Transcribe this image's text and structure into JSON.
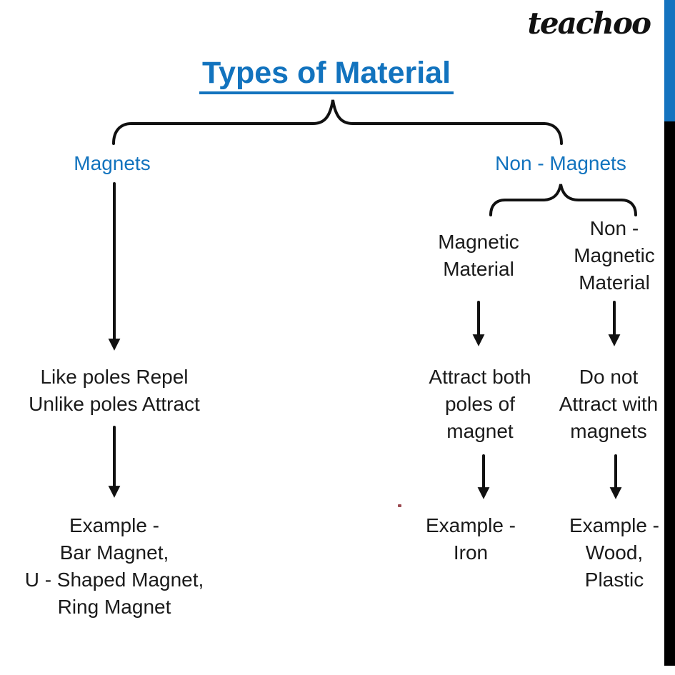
{
  "brand": {
    "logo_text": "teachoo"
  },
  "title": {
    "text": "Types of Material"
  },
  "level1": {
    "magnets": {
      "label": "Magnets"
    },
    "non_magnets": {
      "label": "Non - Magnets"
    }
  },
  "level2": {
    "magnetic_material": {
      "lines": [
        "Magnetic",
        "Material"
      ]
    },
    "non_magnetic_material": {
      "lines": [
        "Non -",
        "Magnetic",
        "Material"
      ]
    }
  },
  "properties": {
    "magnets": {
      "lines": [
        "Like poles Repel",
        "Unlike poles Attract"
      ]
    },
    "magnetic_material": {
      "lines": [
        "Attract both",
        "poles of",
        "magnet"
      ]
    },
    "non_magnetic_material": {
      "lines": [
        "Do not",
        "Attract with",
        "magnets"
      ]
    }
  },
  "examples": {
    "magnets": {
      "lines": [
        "Example -",
        "Bar Magnet,",
        "U - Shaped Magnet,",
        "Ring Magnet"
      ]
    },
    "magnetic_material": {
      "lines": [
        "Example -",
        "Iron"
      ]
    },
    "non_magnetic_material": {
      "lines": [
        "Example -",
        "Wood,",
        "Plastic"
      ]
    }
  },
  "colors": {
    "accent_blue": "#1273BE",
    "edge_bar_blue": "#1473BF",
    "edge_bar_black": "#000000",
    "text": "#1A1A1A"
  }
}
